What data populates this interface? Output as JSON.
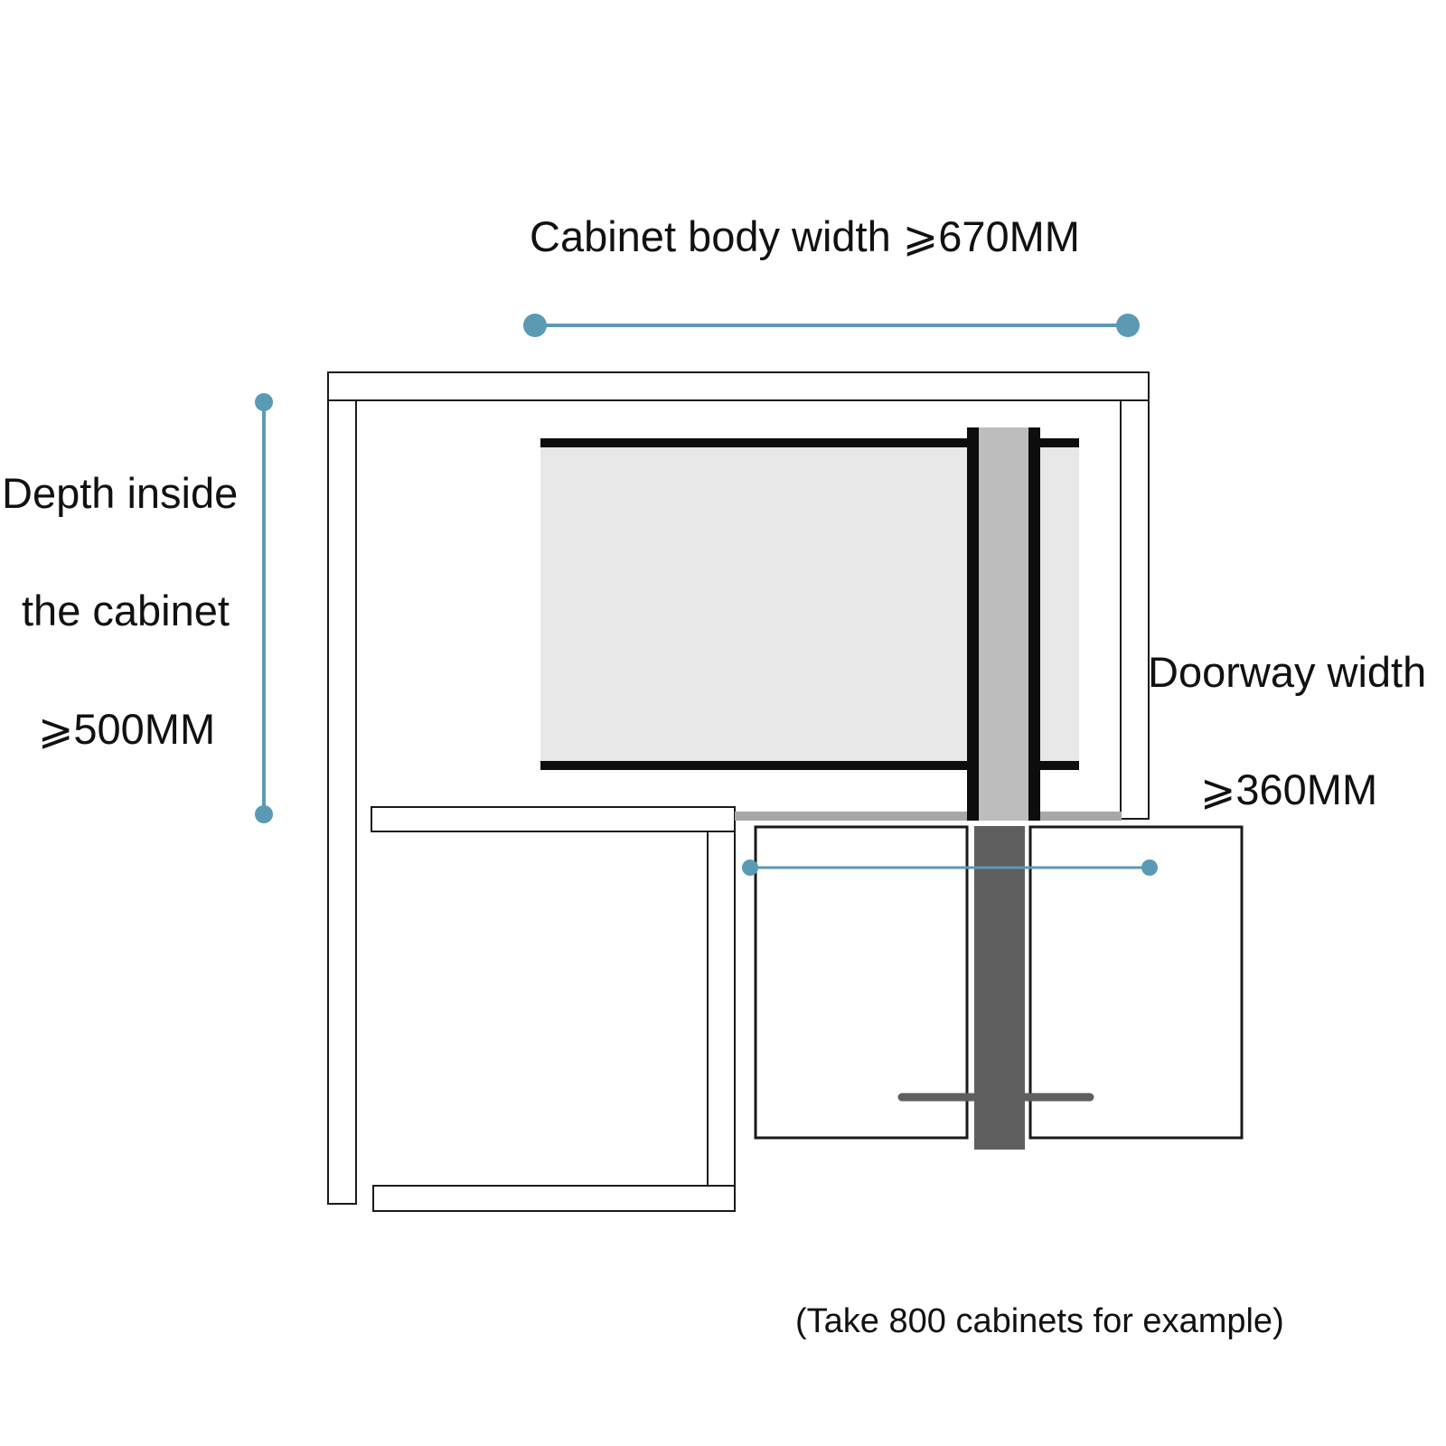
{
  "labels": {
    "cabinet_width": "Cabinet body width ⩾670MM",
    "depth_line1": "Depth inside",
    "depth_line2": "the cabinet",
    "depth_line3": "⩾500MM",
    "doorway_line1": "Doorway width",
    "doorway_line2": "⩾360MM",
    "note": "(Take 800 cabinets for example)"
  },
  "colors": {
    "dimension_line": "#5b9ab5",
    "outline": "#1a1a1a",
    "shelf_fill": "#e8e8e8",
    "post_light": "#bdbdbd",
    "post_dark": "#5f5f5f",
    "floor_line": "#a8a8a8"
  }
}
